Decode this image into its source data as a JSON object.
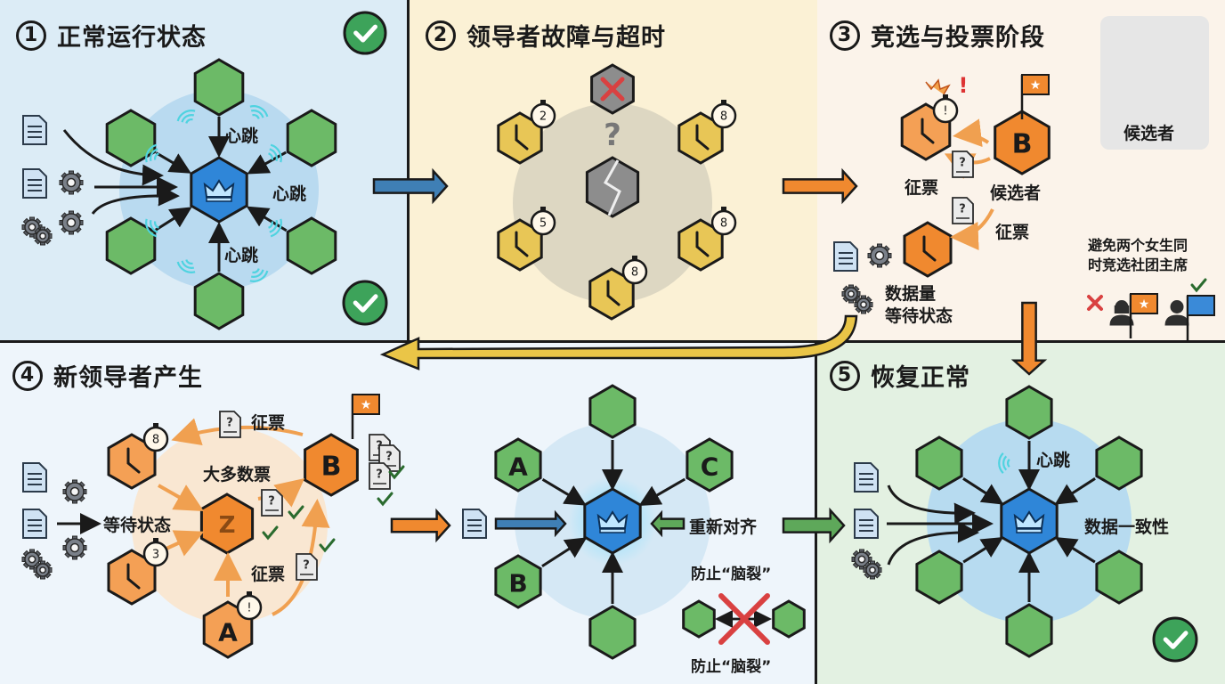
{
  "colors": {
    "leader": "#2f86d8",
    "follower": "#6cba67",
    "candidate": "#f0892f",
    "timeout": "#e8c656",
    "failed": "#8d8d8d",
    "heartbeat_wave": "#4fd3e0",
    "ok": "#3da35a",
    "cross": "#d94141",
    "arrow_blue": "#3f7fb5",
    "arrow_orange": "#f0892f",
    "arrow_yellow": "#eac547",
    "arrow_green": "#5ea85a"
  },
  "panels": [
    {
      "id": "normal",
      "number": "1",
      "title": "正常运行状态",
      "labels": {
        "heartbeat_top": "心跳",
        "heartbeat_right": "心跳",
        "heartbeat_bottom": "心跳"
      },
      "icons": [
        "document-icon",
        "document-icon",
        "gear-icon",
        "gears-icon",
        "gear-icon",
        "check-badge-icon",
        "check-badge-icon"
      ]
    },
    {
      "id": "leader-failure",
      "number": "2",
      "title": "领导者故障与超时",
      "failed_node_mark": "✕",
      "question_mark": "?",
      "timers": [
        "2",
        "8",
        "5",
        "8",
        "8"
      ]
    },
    {
      "id": "election",
      "number": "3",
      "title": "竞选与投票阶段",
      "candidate_letter": "B",
      "labels": {
        "request_vote_left": "征票",
        "candidate": "候选者",
        "request_vote_right": "征票",
        "data_waiting_line1": "数据量",
        "data_waiting_line2": "等待状态"
      },
      "timeout_alert": "!",
      "legend_box_label": "候选者",
      "note_line1": "避免两个女生同",
      "note_line2": "时竞选社团主席"
    },
    {
      "id": "new-leader",
      "number": "4",
      "title": "新领导者产生",
      "labels": {
        "request_vote_top": "征票",
        "majority": "大多数票",
        "waiting": "等待状态",
        "request_vote_bottom": "征票"
      },
      "candidate_letter": "B",
      "node_a": "A",
      "node_z": "Z",
      "timers": [
        "8",
        "3",
        "!"
      ]
    },
    {
      "id": "realign",
      "labels": {
        "realign": "重新对齐",
        "prevent_split_top": "防止“脑裂”",
        "prevent_split_bottom": "防止“脑裂”"
      },
      "nodes": [
        "A",
        "B",
        "C"
      ]
    },
    {
      "id": "recovered",
      "number": "5",
      "title": "恢复正常",
      "labels": {
        "heartbeat": "心跳",
        "consistency": "数据一致性"
      }
    }
  ]
}
